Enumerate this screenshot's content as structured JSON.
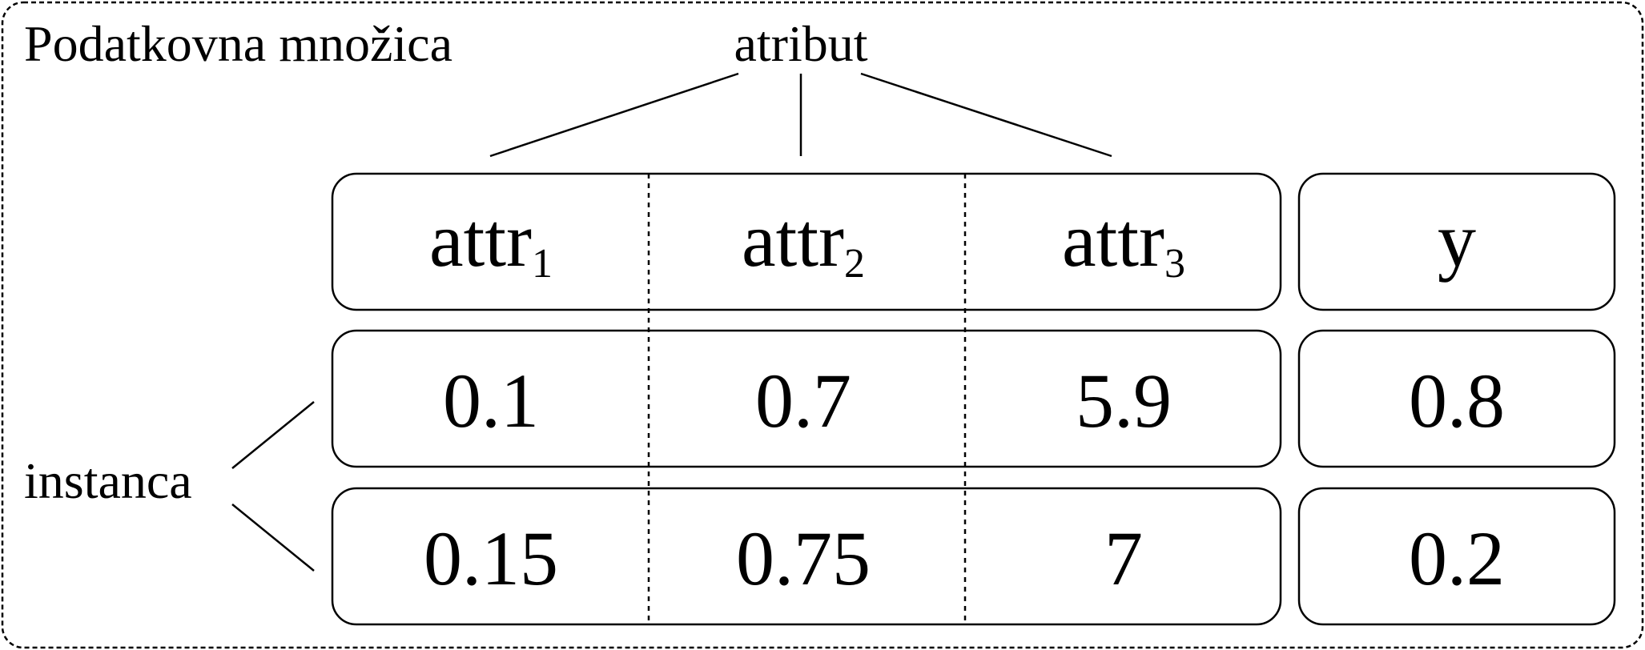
{
  "title": "Podatkovna množica",
  "attribute_label": "atribut",
  "instance_label": "instanca",
  "header": {
    "attrs": [
      {
        "name": "attr",
        "sub": "1"
      },
      {
        "name": "attr",
        "sub": "2"
      },
      {
        "name": "attr",
        "sub": "3"
      }
    ],
    "target": "y"
  },
  "rows": [
    {
      "values": [
        "0.1",
        "0.7",
        "5.9"
      ],
      "target": "0.8"
    },
    {
      "values": [
        "0.15",
        "0.75",
        "7"
      ],
      "target": "0.2"
    }
  ]
}
